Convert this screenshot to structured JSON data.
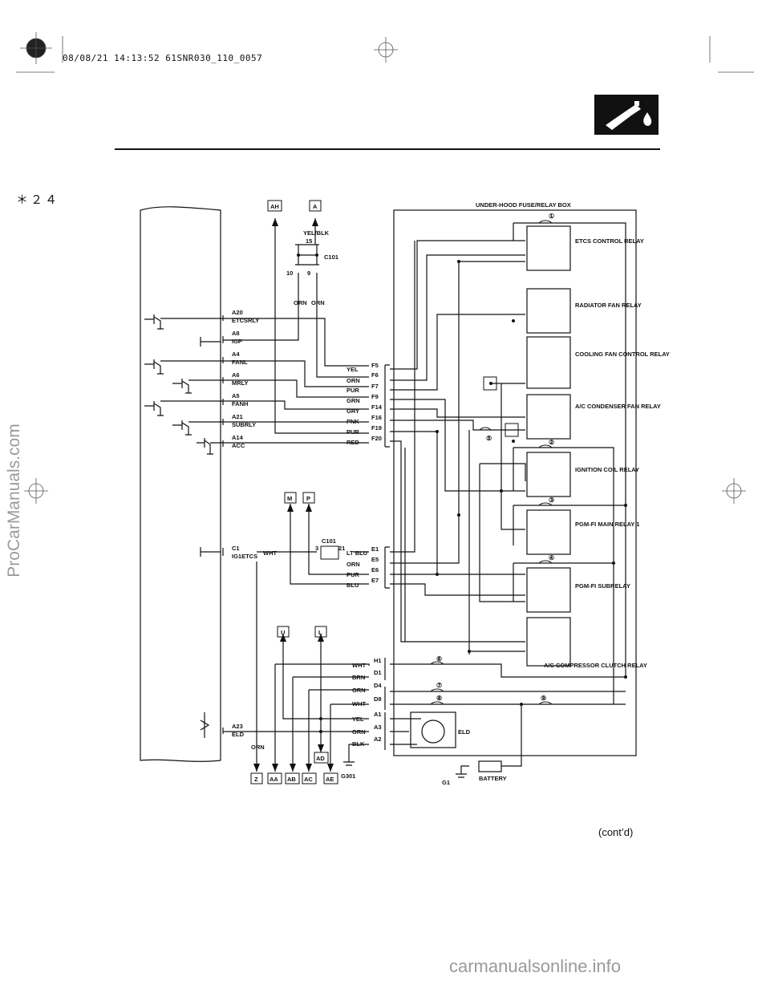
{
  "header": {
    "timestamp": "08/08/21 14:13:52 61SNR030_110_0057",
    "page_id": "＊２４",
    "section_icon": "fuel-nozzle-icon"
  },
  "footer": {
    "cont": "(cont’d)",
    "watermark_left": "ProCarManuals.com",
    "watermark_bottom": "carmanualsonline.info"
  },
  "diagram": {
    "title": "UNDER-HOOD FUSE/RELAY BOX",
    "connectors_top": [
      "AH",
      "A"
    ],
    "c101_top": {
      "label": "C101",
      "wire": "YEL/BLK",
      "pin_top": "15",
      "pin_left": "10",
      "pin_right": "9",
      "wire_left": "ORN",
      "wire_right": "ORN"
    },
    "ecm_pins": [
      {
        "pin": "A20",
        "name": "ETCSRLY"
      },
      {
        "pin": "A8",
        "name": "IGP"
      },
      {
        "pin": "A4",
        "name": "FANL"
      },
      {
        "pin": "A6",
        "name": "MRLY"
      },
      {
        "pin": "A5",
        "name": "FANH"
      },
      {
        "pin": "A21",
        "name": "SUBRLY"
      },
      {
        "pin": "A14",
        "name": "ACC"
      },
      {
        "pin": "C1",
        "name": "IG1ETCS"
      },
      {
        "pin": "A23",
        "name": "ELD"
      }
    ],
    "f_wires": [
      {
        "color": "YEL",
        "term": "F5"
      },
      {
        "color": "ORN",
        "term": "F6"
      },
      {
        "color": "PUR",
        "term": "F7"
      },
      {
        "color": "GRN",
        "term": "F9"
      },
      {
        "color": "GRY",
        "term": "F14"
      },
      {
        "color": "PNK",
        "term": "F16"
      },
      {
        "color": "PUR",
        "term": "F19"
      },
      {
        "color": "RED",
        "term": "F20"
      }
    ],
    "connectors_mid": [
      "M",
      "P"
    ],
    "c101_mid": {
      "label": "C101",
      "pin_left": "3",
      "pin_right": "21",
      "wire_left": "WHT"
    },
    "e_wires": [
      {
        "color": "LT BLU",
        "term": "E1"
      },
      {
        "color": "ORN",
        "term": "E5"
      },
      {
        "color": "PUR",
        "term": "E6"
      },
      {
        "color": "BLU",
        "term": "E7"
      }
    ],
    "connectors_low": [
      "U",
      "L"
    ],
    "hd_wires": [
      {
        "color": "WHT",
        "term": "H1"
      },
      {
        "color": "BRN",
        "term": "D1"
      },
      {
        "color": "ORN",
        "term": "D4"
      },
      {
        "color": "WHT",
        "term": "D8"
      }
    ],
    "a_wires": [
      {
        "color": "YEL",
        "term": "A1"
      },
      {
        "color": "ORN",
        "term": "A3"
      },
      {
        "color": "BLK",
        "term": "A2"
      }
    ],
    "relays": [
      "ETCS CONTROL RELAY",
      "RADIATOR FAN RELAY",
      "COOLING FAN CONTROL RELAY",
      "A/C CONDENSER FAN RELAY",
      "IGNITION COIL RELAY",
      "PGM-FI MAIN RELAY 1",
      "PGM-FI SUBRELAY",
      "A/C COMPRESSOR CLUTCH RELAY"
    ],
    "fuses": [
      "①",
      "②",
      "③",
      "④",
      "⑤",
      "⑥",
      "⑦",
      "⑧",
      "⑨"
    ],
    "eld_label": "ELD",
    "battery_label": "BATTERY",
    "ground_g1": "G1",
    "ground_g301": "G301",
    "orn_bottom": "ORN",
    "connector_ad": "AD",
    "connectors_bottom": [
      "Z",
      "AA",
      "AB",
      "AC",
      "AE"
    ]
  }
}
